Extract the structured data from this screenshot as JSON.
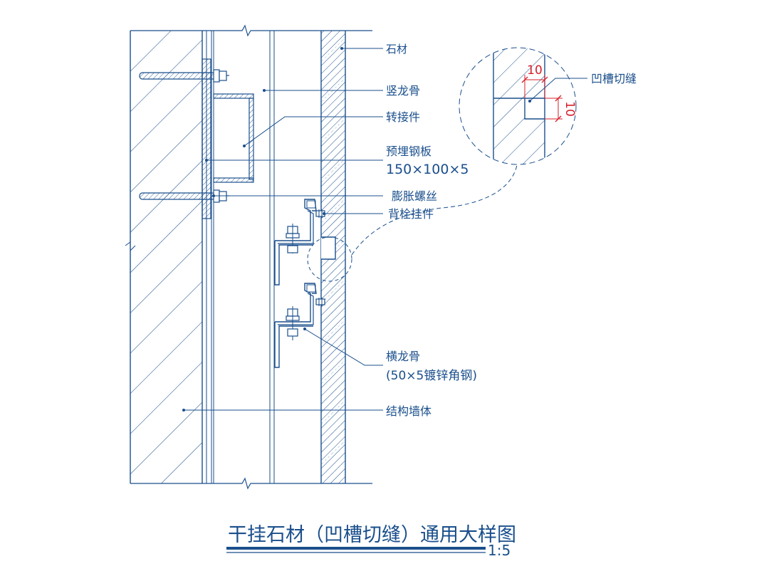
{
  "drawing": {
    "title": "干挂石材（凹槽切缝）通用大样图",
    "scale": "1:5",
    "labels": {
      "stone": "石材",
      "vertical_keel": "竖龙骨",
      "adapter": "转接件",
      "embedded_plate": "预埋钢板",
      "embedded_plate_spec": "150×100×5",
      "expansion_bolt": "膨胀螺丝",
      "back_bolt_hanger": "背栓挂件",
      "horizontal_keel": "横龙骨",
      "horizontal_keel_spec": "(50×5镀锌角钢)",
      "structural_wall": "结构墙体",
      "groove_cut": "凹槽切缝"
    },
    "dimensions": {
      "groove_width": "10",
      "groove_height": "10"
    },
    "colors": {
      "line": "#1a4f8c",
      "dimension": "#d6202a",
      "background": "#ffffff"
    }
  }
}
